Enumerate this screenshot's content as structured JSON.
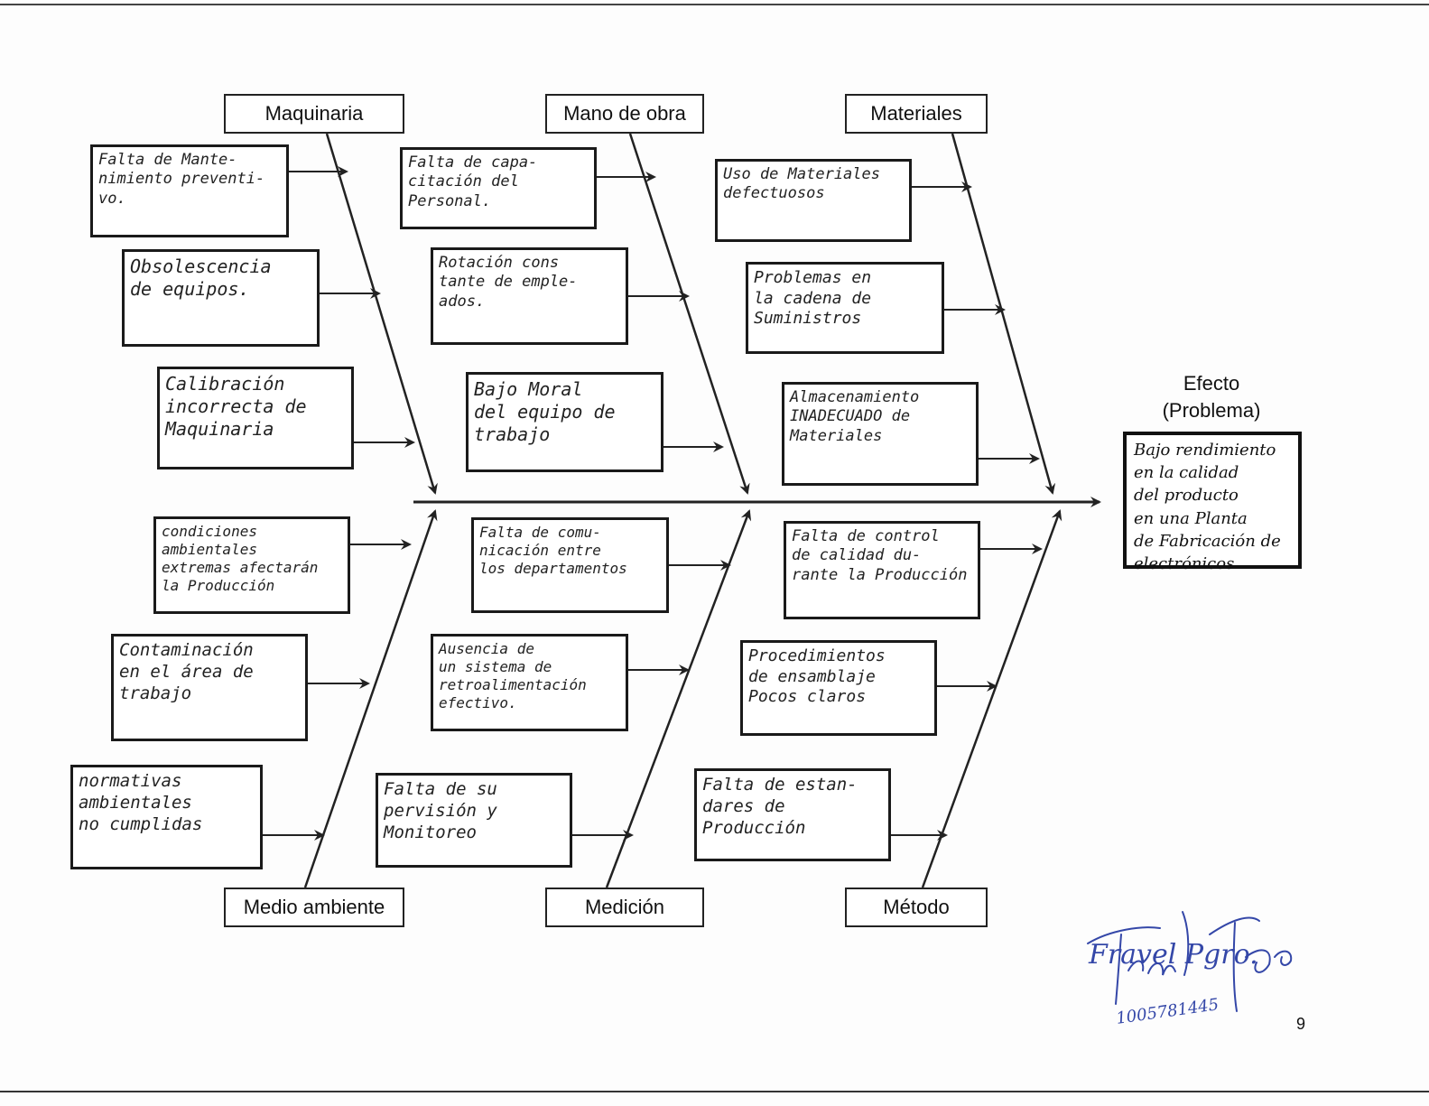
{
  "categories": {
    "maquinaria": "Maquinaria",
    "mano_de_obra": "Mano de obra",
    "materiales": "Materiales",
    "medio_ambiente": "Medio ambiente",
    "medicion": "Medición",
    "metodo": "Método"
  },
  "causes": {
    "maquinaria": [
      "Falta de Mante-\nnimiento preventi-\nvo.",
      "Obsolescencia\nde equipos.",
      "Calibración\nincorrecta de\nMaquinaria"
    ],
    "mano_de_obra": [
      "Falta de capa-\ncitación del\nPersonal.",
      "Rotación cons\ntante de emple-\nados.",
      "Bajo Moral\ndel equipo de\ntrabajo"
    ],
    "materiales": [
      "Uso de Materiales\ndefectuosos",
      "Problemas en\nla cadena de\nSuministros",
      "Almacenamiento\nINADECUADO de\nMateriales"
    ],
    "medio_ambiente": [
      "condiciones\nambientales\nextremas afectarán\nla Producción",
      "Contaminación\nen el área de\ntrabajo",
      "normativas\nambientales\nno cumplidas"
    ],
    "medicion": [
      "Falta de comu-\nnicación entre\nlos departamentos",
      "Ausencia de\nun sistema de\nretroalimentación\nefectivo.",
      "Falta de su\npervisión y\nMonitoreo"
    ],
    "metodo": [
      "Falta de control\nde calidad du-\nrante la Producción",
      "Procedimientos\nde ensamblaje\nPocos claros",
      "Falta de estan-\ndares de\nProducción"
    ]
  },
  "effect": {
    "label_line1": "Efecto",
    "label_line2": "(Problema)",
    "text": "Bajo rendimiento\nen la calidad\ndel producto\nen una Planta\nde Fabricación de\nelectrónicos"
  },
  "signature": {
    "name": "Fravel Pgro.",
    "number": "1005781445"
  },
  "page_number": "9",
  "colors": {
    "line": "#222222",
    "ink": "#3447a8"
  }
}
